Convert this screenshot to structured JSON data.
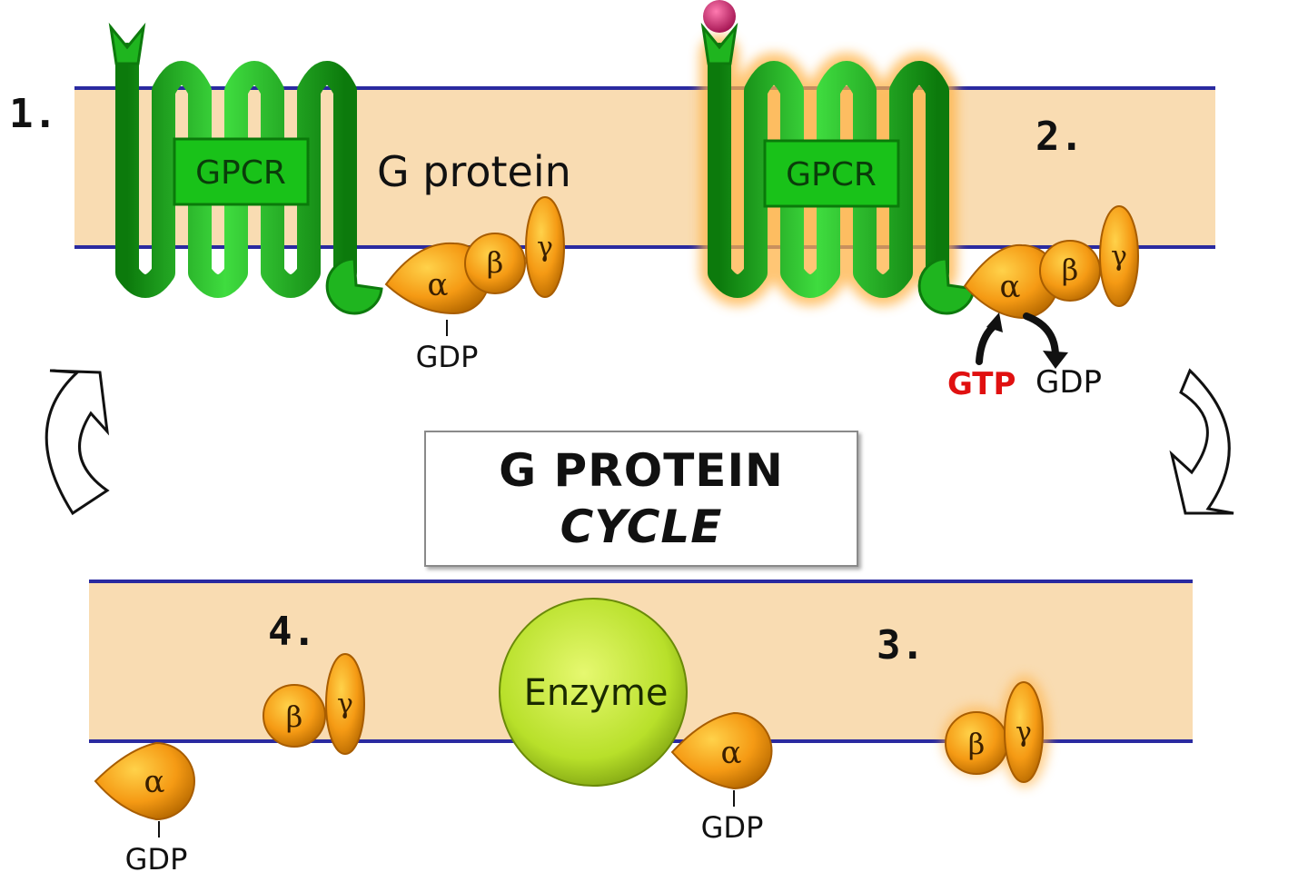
{
  "colors": {
    "membrane": "#f9dcb2",
    "membrane_line": "#2a2aa0",
    "receptor": "#1fb51f",
    "receptor_dark": "#0d7a0d",
    "subunit": "#f59a14",
    "subunit_dark": "#a85d00",
    "enzyme": "#b8e02a",
    "ligand": "#d01870",
    "gtp_text": "#e01010",
    "glow": "#ffb347"
  },
  "steps": {
    "one": "1.",
    "two": "2.",
    "three": "3.",
    "four": "4."
  },
  "labels": {
    "gpcr": "GPCR",
    "g_protein": "G protein",
    "gdp": "GDP",
    "gtp": "GTP",
    "enzyme": "Enzyme",
    "alpha": "α",
    "beta": "β",
    "gamma": "γ"
  },
  "title": {
    "line1": "G PROTEIN",
    "line2": "CYCLE"
  },
  "icons": [
    "cycle-arrow-left",
    "cycle-arrow-right",
    "exchange-arrow"
  ]
}
